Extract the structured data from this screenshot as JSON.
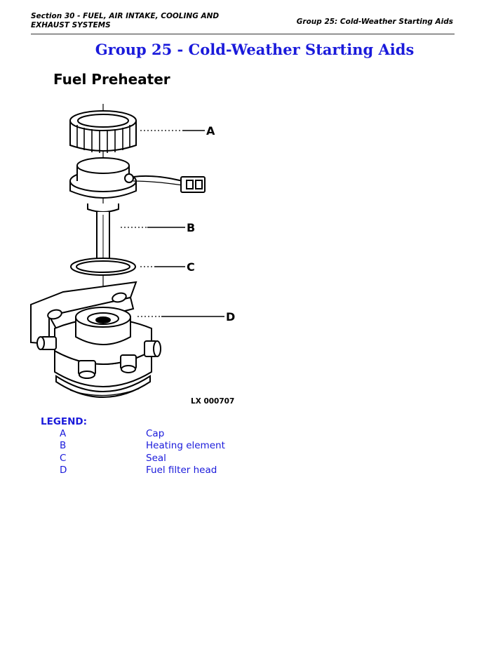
{
  "header": {
    "section_line1": "Section 30 - FUEL, AIR INTAKE, COOLING AND",
    "section_line2": "EXHAUST SYSTEMS",
    "group": "Group 25: Cold-Weather Starting Aids"
  },
  "group_title": "Group 25 - Cold-Weather Starting Aids",
  "section_title": "Fuel Preheater",
  "figure": {
    "callouts": [
      "A",
      "B",
      "C",
      "D"
    ],
    "figure_id": "LX 000707"
  },
  "legend": {
    "heading": "LEGEND:",
    "items": [
      {
        "key": "A",
        "label": "Cap"
      },
      {
        "key": "B",
        "label": "Heating element"
      },
      {
        "key": "C",
        "label": "Seal"
      },
      {
        "key": "D",
        "label": "Fuel filter head"
      }
    ]
  },
  "colors": {
    "accent": "#1a1adb",
    "text": "#000000"
  }
}
